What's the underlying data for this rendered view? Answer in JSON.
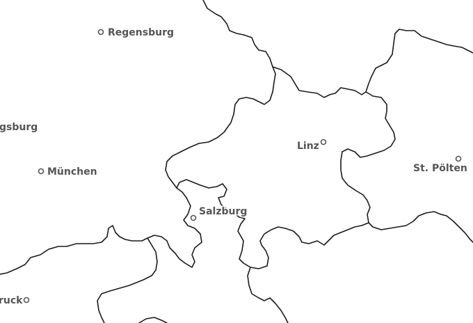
{
  "cities": [
    {
      "id": "regensburg",
      "name": "Regensburg"
    },
    {
      "id": "augsburg",
      "name": "gsburg"
    },
    {
      "id": "muenchen",
      "name": "München"
    },
    {
      "id": "linz",
      "name": "Linz"
    },
    {
      "id": "st-poelten",
      "name": "St. Pölten"
    },
    {
      "id": "salzburg",
      "name": "Salzburg"
    },
    {
      "id": "innsbruck",
      "name": "ruck"
    }
  ],
  "style": {
    "background": "#ffffff",
    "border_color": "#1a1a1a",
    "label_color": "#555555"
  }
}
